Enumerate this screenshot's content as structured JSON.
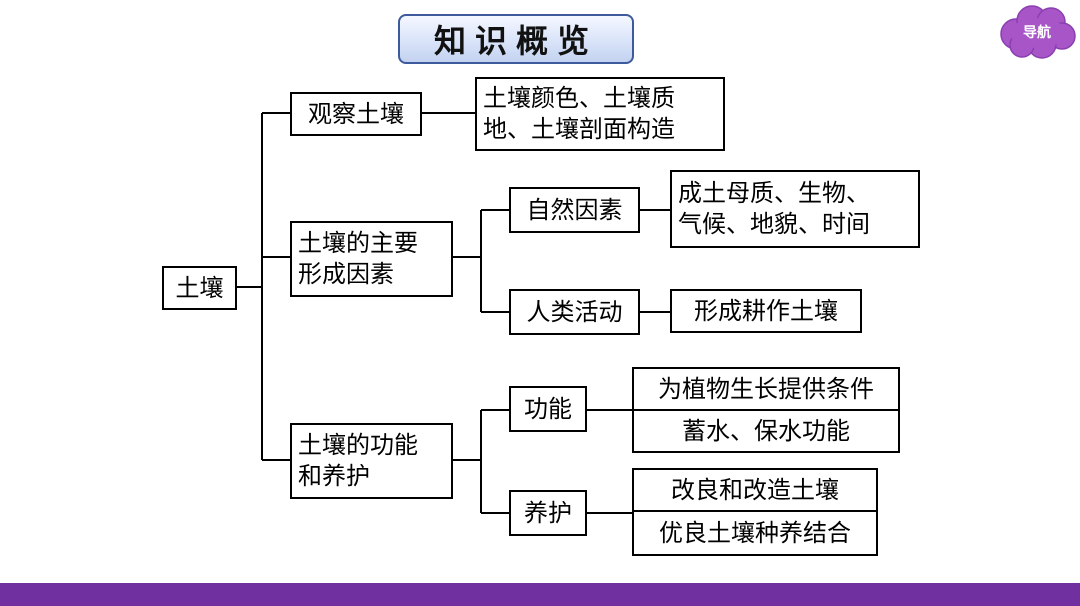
{
  "header": {
    "title": "知识概览",
    "nav_button_label": "导航"
  },
  "diagram": {
    "root": "土壤",
    "branch_observe": "观察土壤",
    "observe_detail": [
      "土壤颜色、土壤质",
      "地、土壤剖面构造"
    ],
    "branch_factors": [
      "土壤的主要",
      "形成因素"
    ],
    "natural_factors": "自然因素",
    "natural_detail": [
      "成土母质、生物、",
      "气候、地貌、时间"
    ],
    "human_activity": "人类活动",
    "human_detail": "形成耕作土壤",
    "branch_function": [
      "土壤的功能",
      "和养护"
    ],
    "function": "功能",
    "function_items": [
      "为植物生长提供条件",
      "蓄水、保水功能"
    ],
    "conservation": "养护",
    "conservation_items": [
      "改良和改造土壤",
      "优良土壤种养结合"
    ]
  },
  "colors": {
    "accent_bar": "#7030a0",
    "nav_cloud": "#a855c8",
    "title_border": "#3d5a9c"
  }
}
